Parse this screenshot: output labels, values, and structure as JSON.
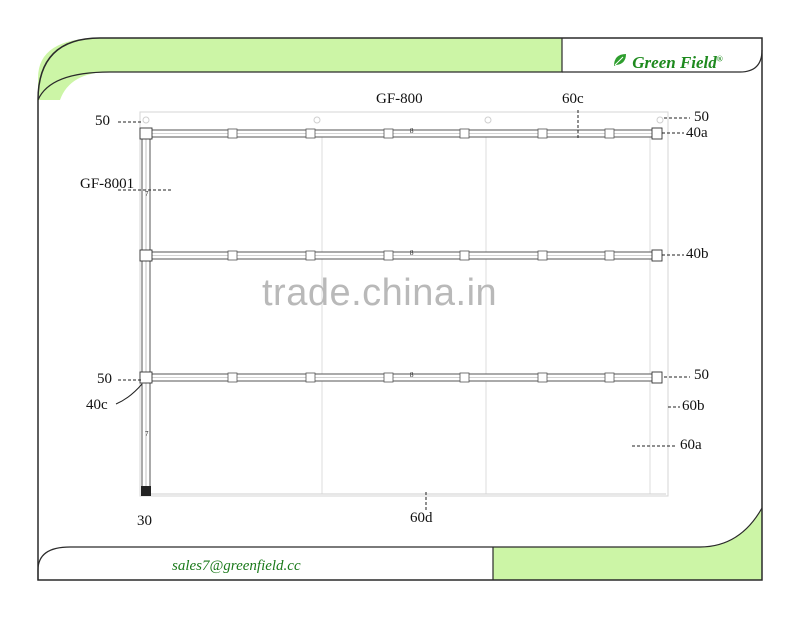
{
  "brand": {
    "name": "Green Field",
    "registered_mark": "®"
  },
  "footer": {
    "email": "sales7@greenfield.cc"
  },
  "watermark": "trade.china.in",
  "diagram": {
    "model_top": "GF-800",
    "model_side": "GF-8001",
    "labels": {
      "l50_top_left": "50",
      "l50_top_right": "50",
      "l60c": "60c",
      "l40a": "40a",
      "l40b": "40b",
      "l50_mid_left": "50",
      "l50_mid_right": "50",
      "l40c": "40c",
      "l60b": "60b",
      "l60a": "60a",
      "l30": "30",
      "l60d": "60d"
    },
    "rail_tag": "8",
    "post_tag": "7"
  },
  "colors": {
    "accent_green": "#ccf5a6",
    "frame": "#2a2a2a",
    "brand_green": "#1e8a1e",
    "line_gray": "#9a9a9a"
  }
}
